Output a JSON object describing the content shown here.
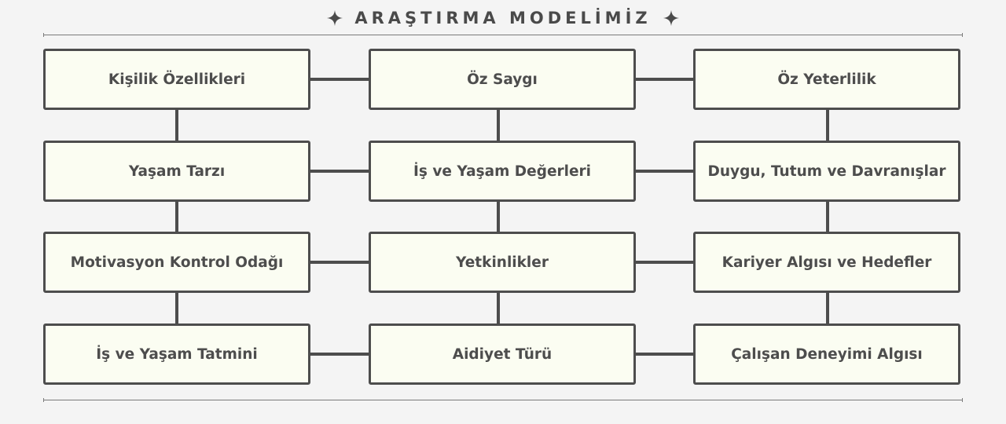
{
  "title": "ARAŞTIRMA MODELİMİZ",
  "icons": {
    "left": "sparkle-icon",
    "right": "sparkle-icon"
  },
  "colors": {
    "background": "#f4f4f4",
    "box_fill": "#fbfdf2",
    "box_border": "#4d4d4d",
    "text": "#4d4d4d"
  },
  "nodes": [
    [
      "Kişilik Özellikleri",
      "Öz Saygı",
      "Öz Yeterlilik"
    ],
    [
      "Yaşam Tarzı",
      "İş ve Yaşam Değerleri",
      "Duygu, Tutum ve Davranışlar"
    ],
    [
      "Motivasyon Kontrol Odağı",
      "Yetkinlikler",
      "Kariyer Algısı ve Hedefler"
    ],
    [
      "İş ve Yaşam Tatmini",
      "Aidiyet Türü",
      "Çalışan Deneyimi Algısı"
    ]
  ]
}
